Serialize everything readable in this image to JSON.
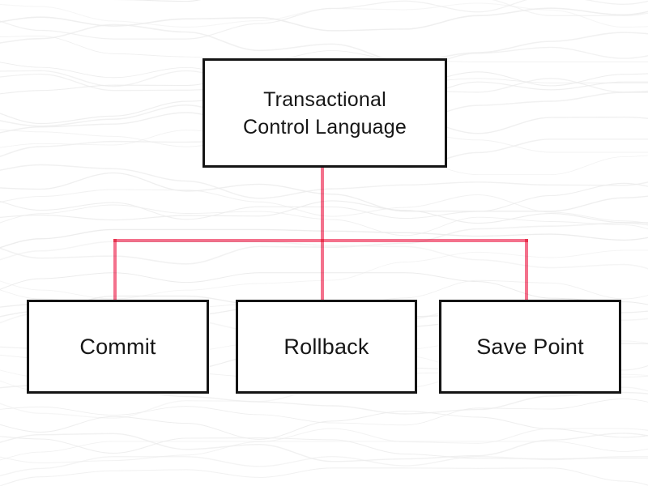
{
  "diagram": {
    "root": {
      "label": "Transactional Control Language",
      "line1": "Transactional",
      "line2": "Control Language"
    },
    "children": [
      {
        "label": "Commit"
      },
      {
        "label": "Rollback"
      },
      {
        "label": "Save Point"
      }
    ]
  },
  "colors": {
    "connector": "#f4718c",
    "box_border": "#141414",
    "box_bg": "#ffffff",
    "text": "#161616",
    "background": "#ffffff",
    "wave_stroke": "#ebebeb"
  }
}
